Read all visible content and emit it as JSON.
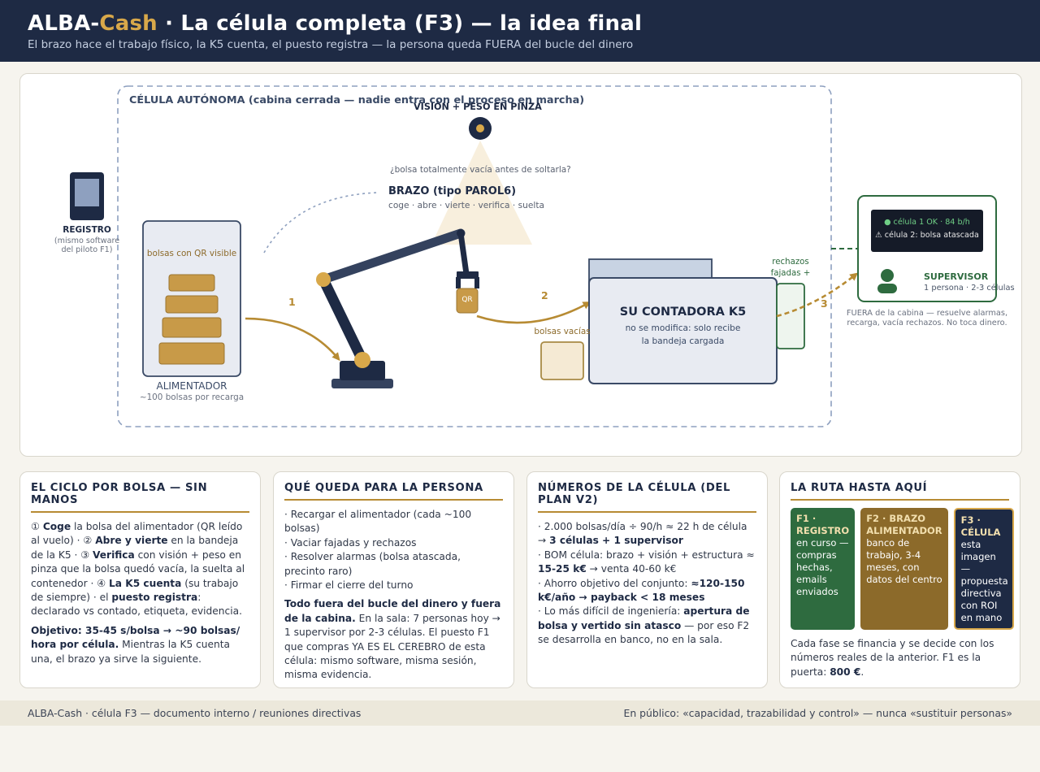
{
  "header": {
    "title_brand_a": "ALBA-",
    "title_brand_b": "Cash",
    "title_rest": " · La célula completa (F3) — la idea final",
    "subtitle": "El brazo hace el trabajo físico, la K5 cuenta, el puesto registra — la persona queda FUERA del bucle del dinero"
  },
  "diagram": {
    "cell_title": "CÉLULA AUTÓNOMA (cabina cerrada — nadie entra con el proceso en marcha)",
    "vision_label": "VISIÓN + PESO EN PINZA",
    "vision_question": "¿bolsa totalmente vacía antes de soltarla?",
    "arm_title": "BRAZO (tipo PAROL6)",
    "arm_steps": "coge · abre · vierte · verifica · suelta",
    "registro_title": "REGISTRO",
    "registro_note_1": "(mismo software",
    "registro_note_2": "del piloto F1)",
    "feeder_bags_label": "bolsas con QR visible",
    "feeder_title": "ALIMENTADOR",
    "feeder_note": "~100 bolsas por recarga",
    "gripper_bag": "QR",
    "step_1": "1",
    "step_2": "2",
    "step_3": "3",
    "empty_bags": "bolsas vacías",
    "k5_title": "SU CONTADORA K5",
    "k5_note_1": "no se modifica: solo recibe",
    "k5_note_2": "la bandeja cargada",
    "rejects_1": "rechazos",
    "rejects_2": "fajadas +",
    "screen_line_1": "● célula 1 OK · 84 b/h",
    "screen_line_2": "⚠ célula 2: bolsa atascada",
    "supervisor_title": "SUPERVISOR",
    "supervisor_note": "1 persona · 2-3 células",
    "outside_note_1": "FUERA de la cabina — resuelve alarmas,",
    "outside_note_2": "recarga, vacía rechazos. No toca dinero.",
    "colors": {
      "navy": "#1e2a44",
      "gold": "#b78b33",
      "green": "#2e6b3f",
      "orange": "#d8a84a"
    }
  },
  "cards": {
    "cycle": {
      "title": "EL CICLO POR BOLSA — SIN MANOS",
      "s1_num": "① ",
      "s1_b": "Coge",
      "s1_t": " la bolsa del alimentador (QR leído al vuelo) · ",
      "s2_num": "② ",
      "s2_b": "Abre y vierte",
      "s2_t": " en la bandeja de la K5 · ",
      "s3_num": "③ ",
      "s3_b": "Verifica",
      "s3_t": " con visión + peso en pinza que la bolsa quedó vacía, la suelta al contenedor · ",
      "s4_num": "④ ",
      "s4_b": "La K5 cuenta",
      "s4_t": " (su trabajo de siempre) · el ",
      "s5_b": "puesto registra",
      "s5_t": ": declarado vs contado, etiqueta, evidencia.",
      "obj_b": "Objetivo: 35-45 s/bolsa → ~90 bolsas/ hora por célula.",
      "obj_t": " Mientras la K5 cuenta una, el brazo ya sirve la siguiente."
    },
    "person": {
      "title": "QUÉ QUEDA PARA LA PERSONA",
      "items": [
        "· Recargar el alimentador (cada ~100 bolsas)",
        "· Vaciar fajadas y rechazos",
        "· Resolver alarmas (bolsa atascada, precinto raro)",
        "· Firmar el cierre del turno"
      ],
      "bold": "Todo fuera del bucle del dinero y fuera de la cabina.",
      "text": " En la sala: 7 personas hoy → 1 supervisor por 2-3 células. El puesto F1 que compras YA ES EL CEREBRO de esta célula: mismo software, misma sesión, misma evidencia."
    },
    "numbers": {
      "title": "NÚMEROS DE LA CÉLULA (DEL PLAN V2)",
      "l1_t": "· 2.000 bolsas/día ÷ 90/h ≈ 22 h de célula → ",
      "l1_b": "3 células + 1 supervisor",
      "l2_t": "· BOM célula: brazo + visión + estructura ≈ ",
      "l2_b": "15-25 k€",
      "l2_t2": " → venta 40-60 k€",
      "l3_t": "· Ahorro objetivo del conjunto: ",
      "l3_b": "≈120-150 k€/año → payback < 18 meses",
      "l4_t": "· Lo más difícil de ingeniería: ",
      "l4_b": "apertura de bolsa y vertido sin atasco",
      "l4_t2": " — por eso F2 se desarrolla en banco, no en la sala."
    },
    "route": {
      "title": "LA RUTA HASTA AQUÍ",
      "phases": [
        {
          "title": "F1 · REGISTRO",
          "text": "en curso — compras hechas, emails enviados",
          "color": "#2e6b3f"
        },
        {
          "title": "F2 · BRAZO ALIMENTADOR",
          "text": "banco de trabajo, 3-4 meses, con datos del centro",
          "color": "#8c6a2a"
        },
        {
          "title": "F3 · CÉLULA",
          "text": "esta imagen — propuesta directiva con ROI en mano",
          "color": "#1e2a44"
        }
      ],
      "note_t": "Cada fase se financia y se decide con los números reales de la anterior. F1 es la puerta: ",
      "note_b": "800 €",
      "note_end": "."
    }
  },
  "footer": {
    "left": "ALBA-Cash · célula F3 — documento interno / reuniones directivas",
    "right": "En público: «capacidad, trazabilidad y control» — nunca «sustituir personas»"
  }
}
